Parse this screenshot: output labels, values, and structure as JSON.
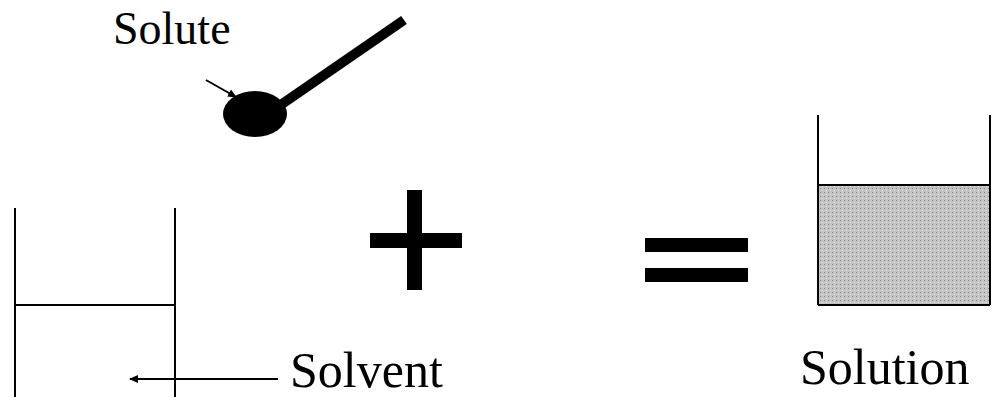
{
  "diagram": {
    "labels": [
      "Solute",
      "Solvent",
      "Solution"
    ]
  }
}
